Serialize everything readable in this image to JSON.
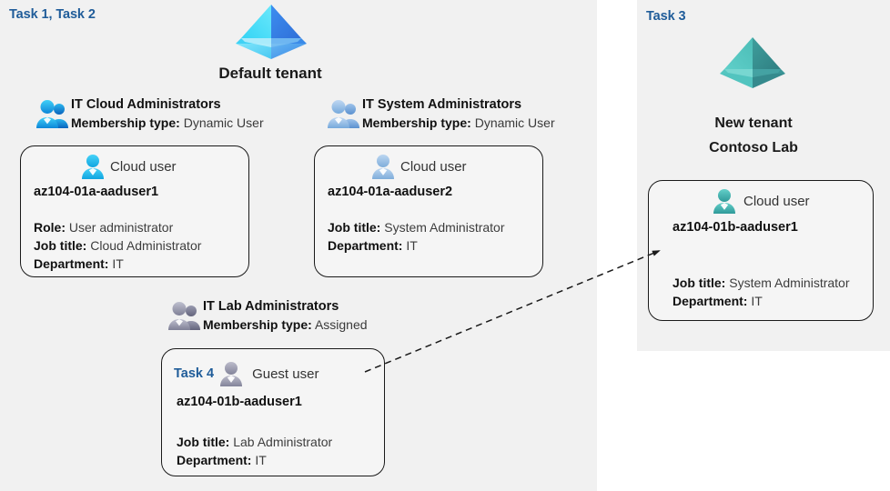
{
  "panels": {
    "left": {
      "task_label": "Task 1, Task 2"
    },
    "right": {
      "task_label": "Task 3"
    }
  },
  "tenants": [
    {
      "id": "default-tenant",
      "icon": "azure-ad-tenant-icon",
      "color": "#38b6f0",
      "title": "Default tenant"
    },
    {
      "id": "new-tenant",
      "icon": "azure-ad-tenant-icon",
      "color": "#4bb8b0",
      "title_line1": "New  tenant",
      "title_line2": "Contoso Lab"
    }
  ],
  "groups": [
    {
      "id": "it-cloud-administrators",
      "icon": "group-users-icon",
      "icon_color": "#29b6f6",
      "name": "IT Cloud Administrators",
      "meta_label": "Membership type:",
      "meta_value": "Dynamic User"
    },
    {
      "id": "it-system-administrators",
      "icon": "group-users-icon",
      "icon_color": "#9dc0e8",
      "name": "IT System Administrators",
      "meta_label": "Membership type:",
      "meta_value": "Dynamic User"
    },
    {
      "id": "it-lab-administrators",
      "icon": "group-users-icon",
      "icon_color": "#9a9ab0",
      "name": "IT Lab Administrators",
      "meta_label": "Membership type:",
      "meta_value": "Assigned"
    }
  ],
  "cards": [
    {
      "id": "card-aaduser1",
      "user_icon": "cloud-user-icon",
      "user_icon_color": "#29b6f6",
      "user_type": "Cloud user",
      "username": "az104-01a-aaduser1",
      "task_badge": "",
      "attributes": [
        {
          "label": "Role:",
          "value": "User administrator"
        },
        {
          "label": "Job title:",
          "value": "Cloud Administrator"
        },
        {
          "label": "Department:",
          "value": "IT"
        }
      ]
    },
    {
      "id": "card-aaduser2",
      "user_icon": "cloud-user-icon",
      "user_icon_color": "#9dc0e8",
      "user_type": "Cloud user",
      "username": "az104-01a-aaduser2",
      "task_badge": "",
      "attributes": [
        {
          "label": "Job title:",
          "value": "System Administrator"
        },
        {
          "label": "Department:",
          "value": "IT"
        }
      ]
    },
    {
      "id": "card-guest-aaduser1",
      "user_icon": "guest-user-icon",
      "user_icon_color": "#9a9ab0",
      "user_type": "Guest user",
      "username": "az104-01b-aaduser1",
      "task_badge": "Task 4",
      "attributes": [
        {
          "label": "Job title:",
          "value": "Lab Administrator"
        },
        {
          "label": "Department:",
          "value": "IT"
        }
      ]
    },
    {
      "id": "card-new-tenant-aaduser1",
      "user_icon": "cloud-user-icon",
      "user_icon_color": "#4bb8b0",
      "user_type": "Cloud user",
      "username": "az104-01b-aaduser1",
      "task_badge": "",
      "attributes": [
        {
          "label": "Job title:",
          "value": "System Administrator"
        },
        {
          "label": "Department:",
          "value": "IT"
        }
      ]
    }
  ],
  "connector": {
    "id": "invite-guest-connector",
    "style": "dashed-arrow",
    "color": "#1a1a1a",
    "from": "card-guest-aaduser1",
    "to": "card-new-tenant-aaduser1"
  },
  "colors": {
    "panel_bg": "#f1f1f1",
    "page_bg": "#ffffff",
    "task_accent": "#1f5c99",
    "card_border": "#1a1a1a",
    "text": "#1a1a1a"
  }
}
